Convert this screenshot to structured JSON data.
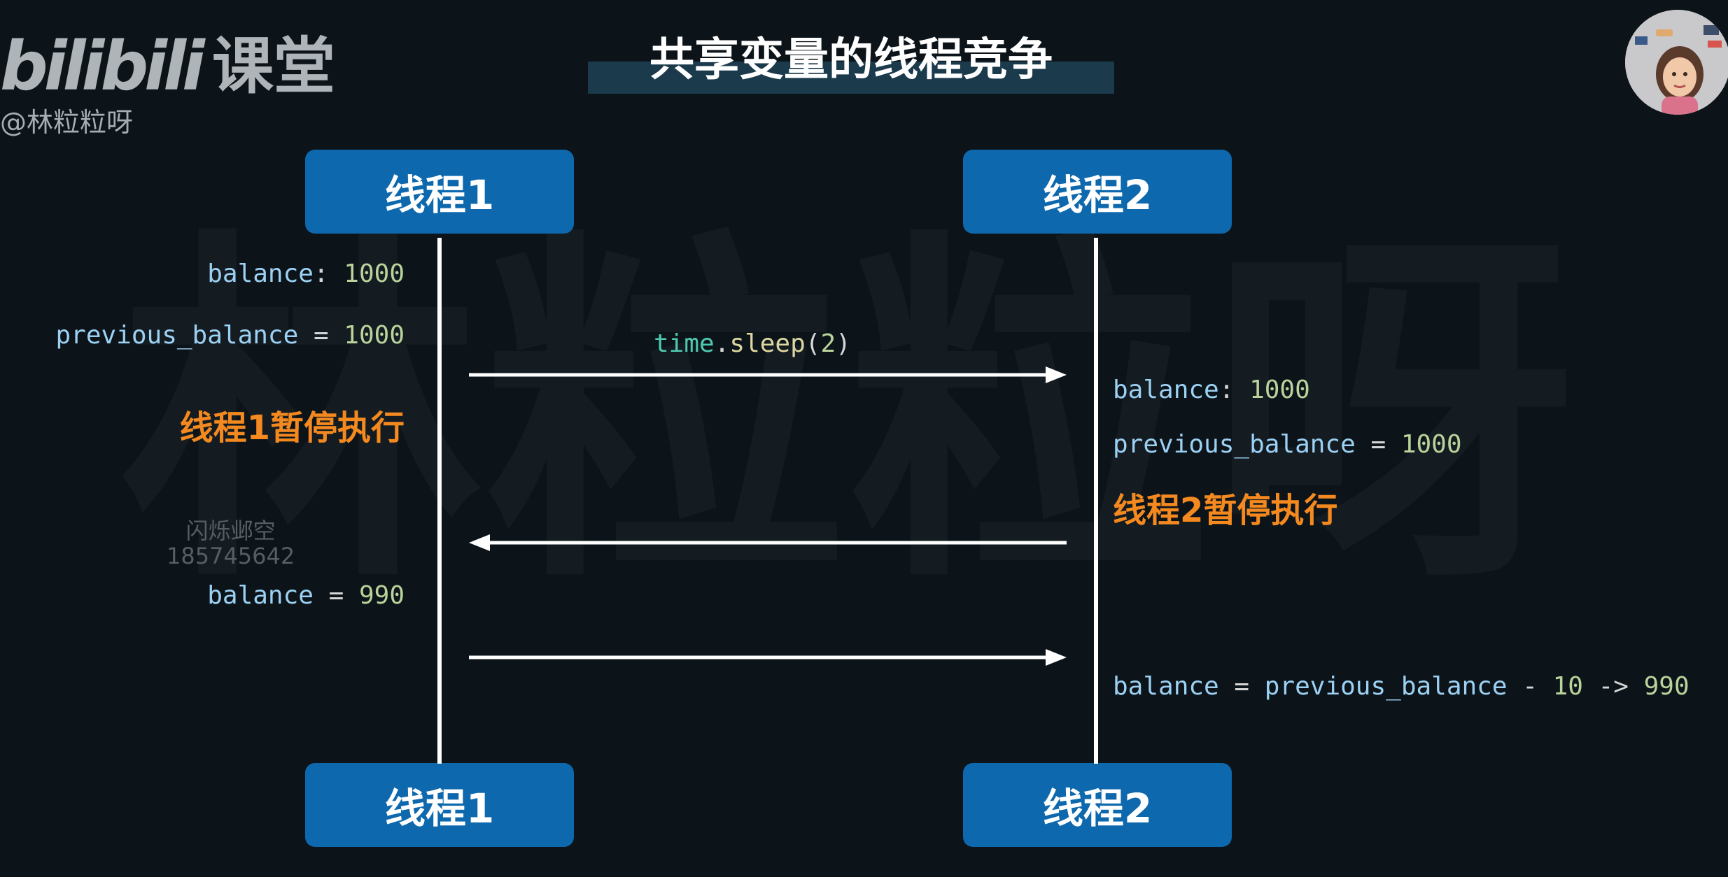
{
  "branding": {
    "logo_text": "bilibili",
    "logo_suffix": "课堂",
    "author": "@林粒粒呀",
    "watermark": "林粒粒呀"
  },
  "title": "共享变量的线程竞争",
  "threads": {
    "left_label": "线程1",
    "right_label": "线程2"
  },
  "left_code": {
    "line1": {
      "var": "balance",
      "op": ": ",
      "num": "1000"
    },
    "line2": {
      "var": "previous_balance",
      "op": " = ",
      "num": "1000"
    },
    "line3": {
      "var": "balance",
      "op": " = ",
      "num": "990"
    }
  },
  "left_pause": "线程1暂停执行",
  "sleep_call": {
    "module": "time",
    "dot": ".",
    "func": "sleep",
    "open": "(",
    "arg": "2",
    "close": ")"
  },
  "right_code": {
    "line1": {
      "var": "balance",
      "op": ": ",
      "num": "1000"
    },
    "line2": {
      "var": "previous_balance",
      "op": " = ",
      "num": "1000"
    },
    "line3": {
      "var1": "balance",
      "op1": " = ",
      "var2": "previous_balance",
      "op2": " - ",
      "num1": "10",
      "op3": " -> ",
      "num2": "990"
    }
  },
  "right_pause": "线程2暂停执行",
  "stamp": {
    "line1": "闪烁邺空",
    "line2": "185745642"
  },
  "colors": {
    "background": "#0c141a",
    "thread_box": "#0d68ad",
    "pause_text": "#f4891f",
    "variable": "#9cd1f4",
    "number": "#b9d39b"
  },
  "icons": {
    "avatar": "presenter-avatar-icon"
  }
}
